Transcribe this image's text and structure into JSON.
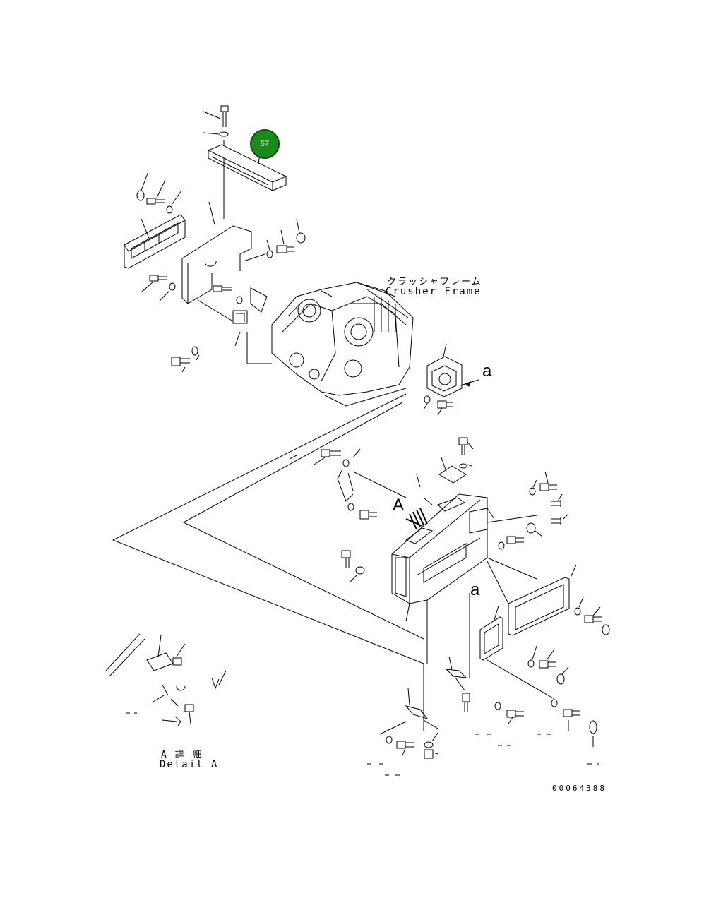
{
  "callout": {
    "number": "57",
    "color": "#1a8a1a"
  },
  "frame_label": {
    "jp": "クラッシャフレーム",
    "en": "Crusher Frame"
  },
  "view_markers": {
    "view_a_upper": "a",
    "view_a_lower": "a",
    "detail_A": "A"
  },
  "detail_label": {
    "jp": "A 詳 細",
    "en": "Detail A"
  },
  "document_number": "00064388"
}
